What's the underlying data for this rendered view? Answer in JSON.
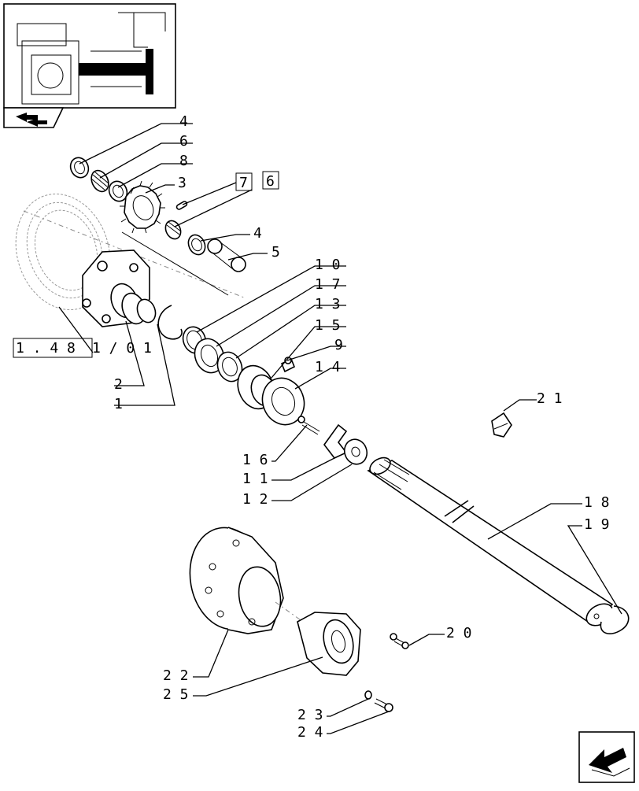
{
  "nav": {
    "prev_icon": "double-arrow-icon",
    "next_icon": "return-arrow-icon"
  },
  "labels": {
    "l4a": "4",
    "l6": "6",
    "l8": "8",
    "l3": "3",
    "l7": "7",
    "l6box": "6",
    "l4b": "4",
    "l5": "5",
    "l10": "1 0",
    "l17": "1 7",
    "l13": "1 3",
    "l15": "1 5",
    "l9": "9",
    "l14": "1 4",
    "l21": "2 1",
    "ref": "1 . 4 8",
    "ref_suffix": "1 / 0 1",
    "l2": "2",
    "l1": "1",
    "l16": "1 6",
    "l11": "1 1",
    "l12": "1 2",
    "l18": "1 8",
    "l19": "1 9",
    "l20": "2 0",
    "l22": "2 2",
    "l25": "2 5",
    "l23": "2 3",
    "l24": "2 4"
  }
}
